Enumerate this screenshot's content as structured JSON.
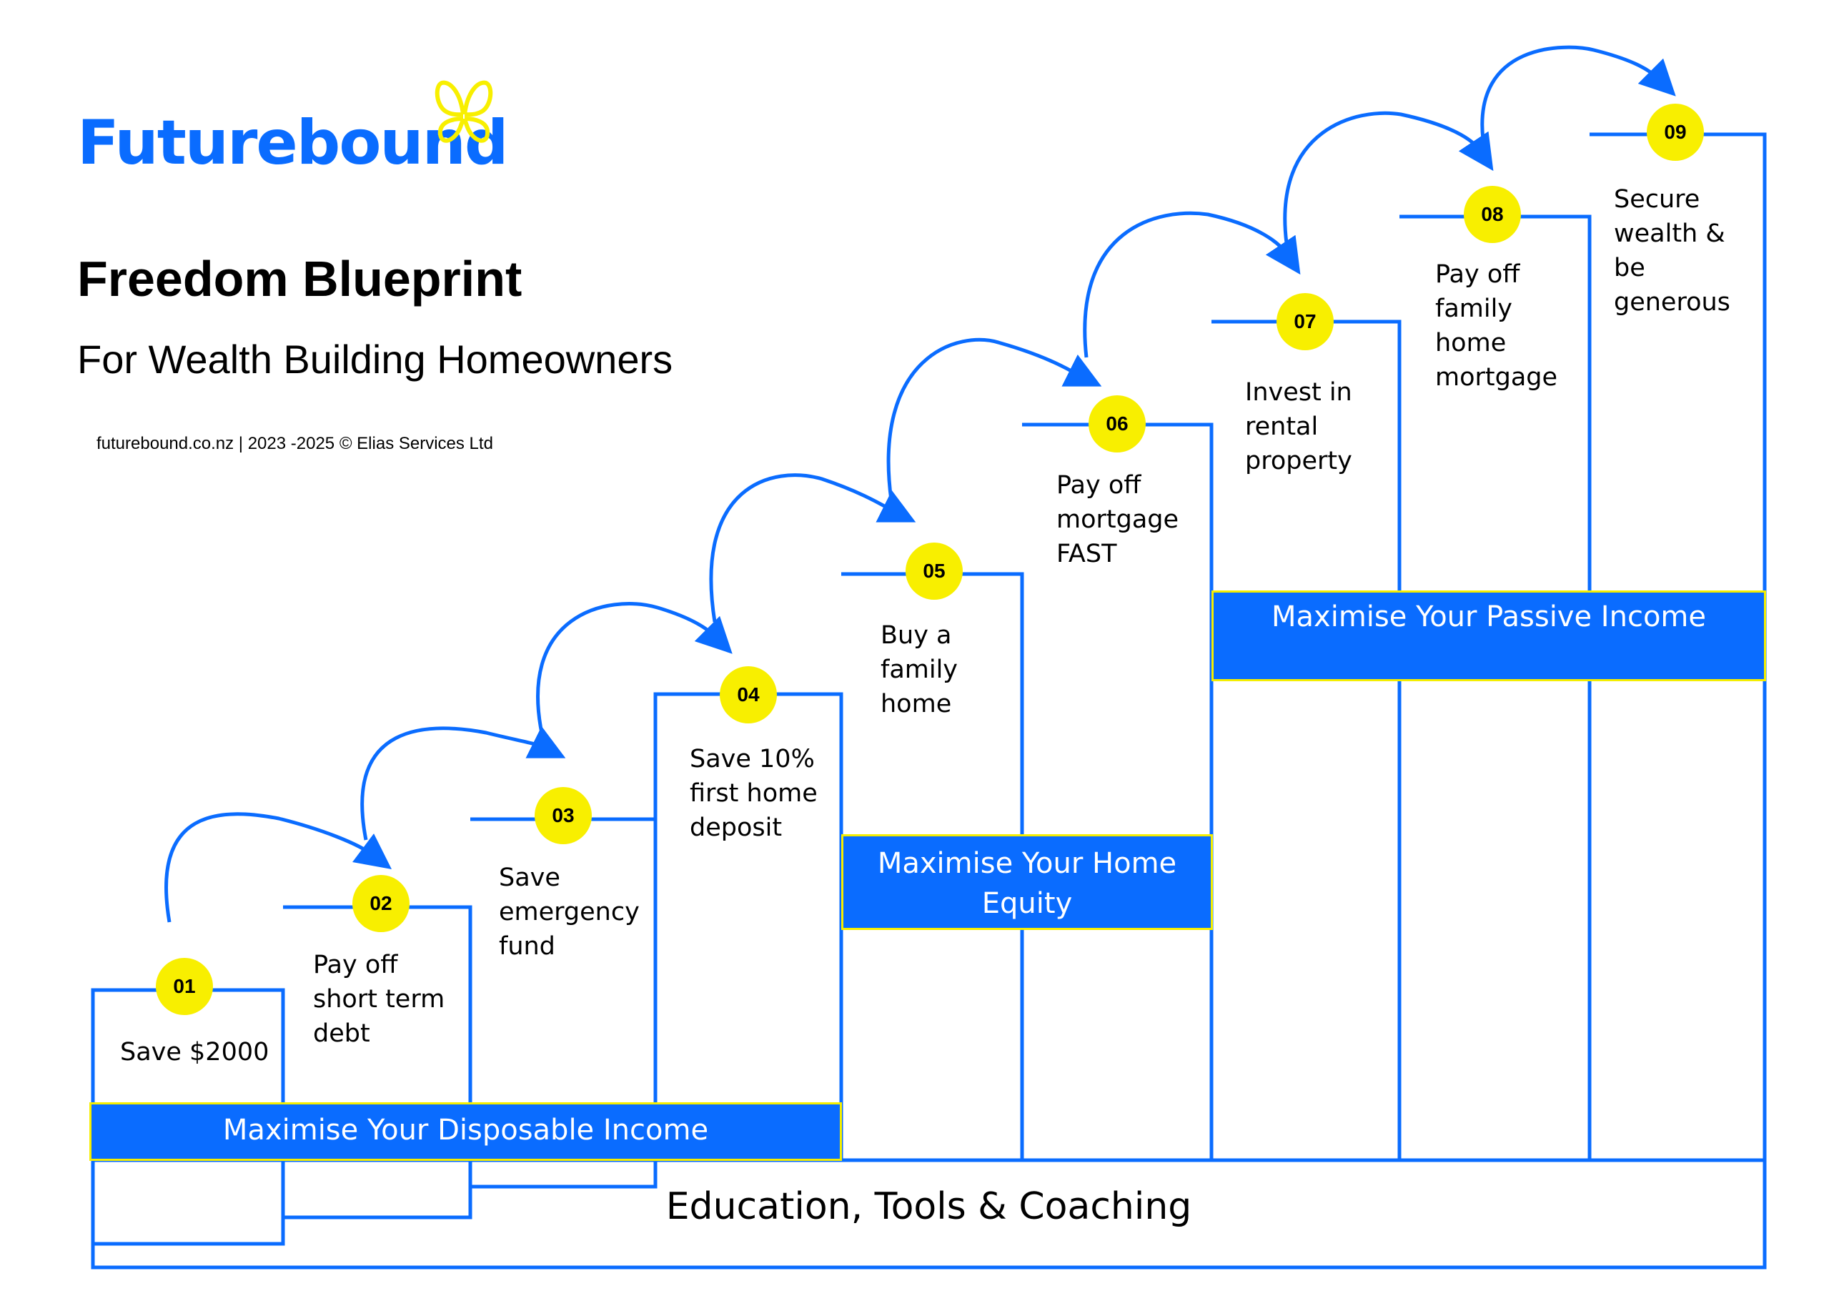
{
  "brand": {
    "name": "Futurebound",
    "logo_icon": "yellow-loop-butterfly-icon",
    "brand_color": "#0a6cff",
    "accent_color": "#f8ef00"
  },
  "header": {
    "title": "Freedom Blueprint",
    "subtitle": "For Wealth Building Homeowners",
    "footer": "futurebound.co.nz | 2023 -2025 © Elias Services Ltd"
  },
  "steps": [
    {
      "number": "01",
      "label": "Save $2000"
    },
    {
      "number": "02",
      "label": "Pay off short term debt"
    },
    {
      "number": "03",
      "label": "Save emergency fund"
    },
    {
      "number": "04",
      "label": "Save 10% first home deposit"
    },
    {
      "number": "05",
      "label": "Buy a family home"
    },
    {
      "number": "06",
      "label": "Pay off mortgage FAST"
    },
    {
      "number": "07",
      "label": "Invest in rental property"
    },
    {
      "number": "08",
      "label": "Pay off family home mortgage"
    },
    {
      "number": "09",
      "label": "Secure wealth & be generous"
    }
  ],
  "phases": {
    "disposable": "Maximise Your Disposable Income",
    "home_equity": "Maximise Your Home Equity",
    "passive": "Maximise Your Passive Income"
  },
  "foundation": "Education, Tools & Coaching"
}
